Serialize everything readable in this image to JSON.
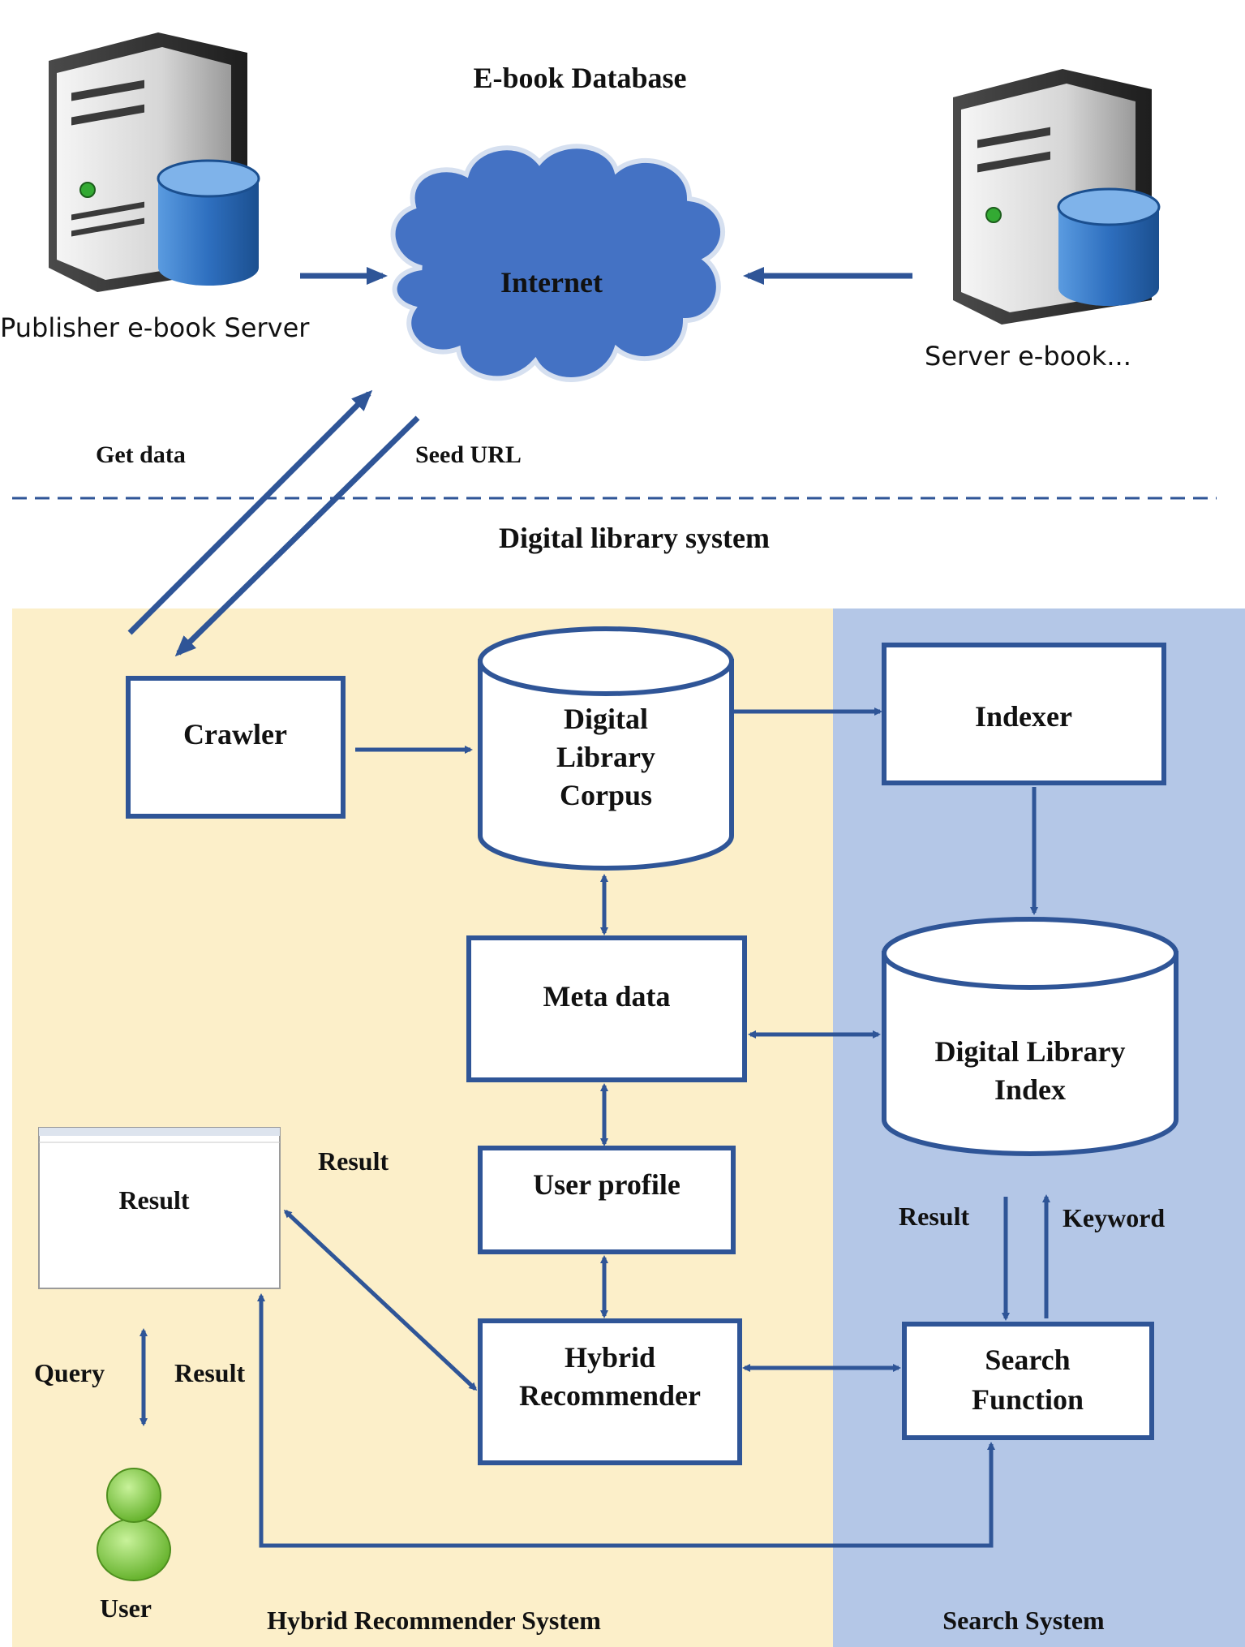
{
  "top": {
    "title": "E-book Database",
    "publisher_server_label": "Publisher e-book Server",
    "other_server_label": "Server e-book...",
    "cloud_label": "Internet",
    "get_data_label": "Get data",
    "seed_url_label": "Seed URL"
  },
  "section_title": "Digital library system",
  "nodes": {
    "crawler": "Crawler",
    "corpus": [
      "Digital",
      "Library",
      "Corpus"
    ],
    "indexer": "Indexer",
    "meta_data": "Meta data",
    "index": [
      "Digital Library",
      "Index"
    ],
    "user_profile": "User profile",
    "recommender": [
      "Hybrid",
      "Recommender"
    ],
    "search_function": [
      "Search",
      "Function"
    ],
    "result_window": "Result"
  },
  "edge_labels": {
    "result_recommender": "Result",
    "result_search": "Result",
    "keyword": "Keyword",
    "query": "Query",
    "result_user": "Result",
    "user": "User"
  },
  "regions": {
    "hybrid": "Hybrid Recommender System",
    "search": "Search System"
  },
  "colors": {
    "hybrid_region": "#fcefc9",
    "search_region": "#b4c7e7",
    "arrow": "#2f5597",
    "cloud": "#4472c4",
    "server_cylinder": "#2e6fbf",
    "user_figure": "#7dc93a"
  }
}
